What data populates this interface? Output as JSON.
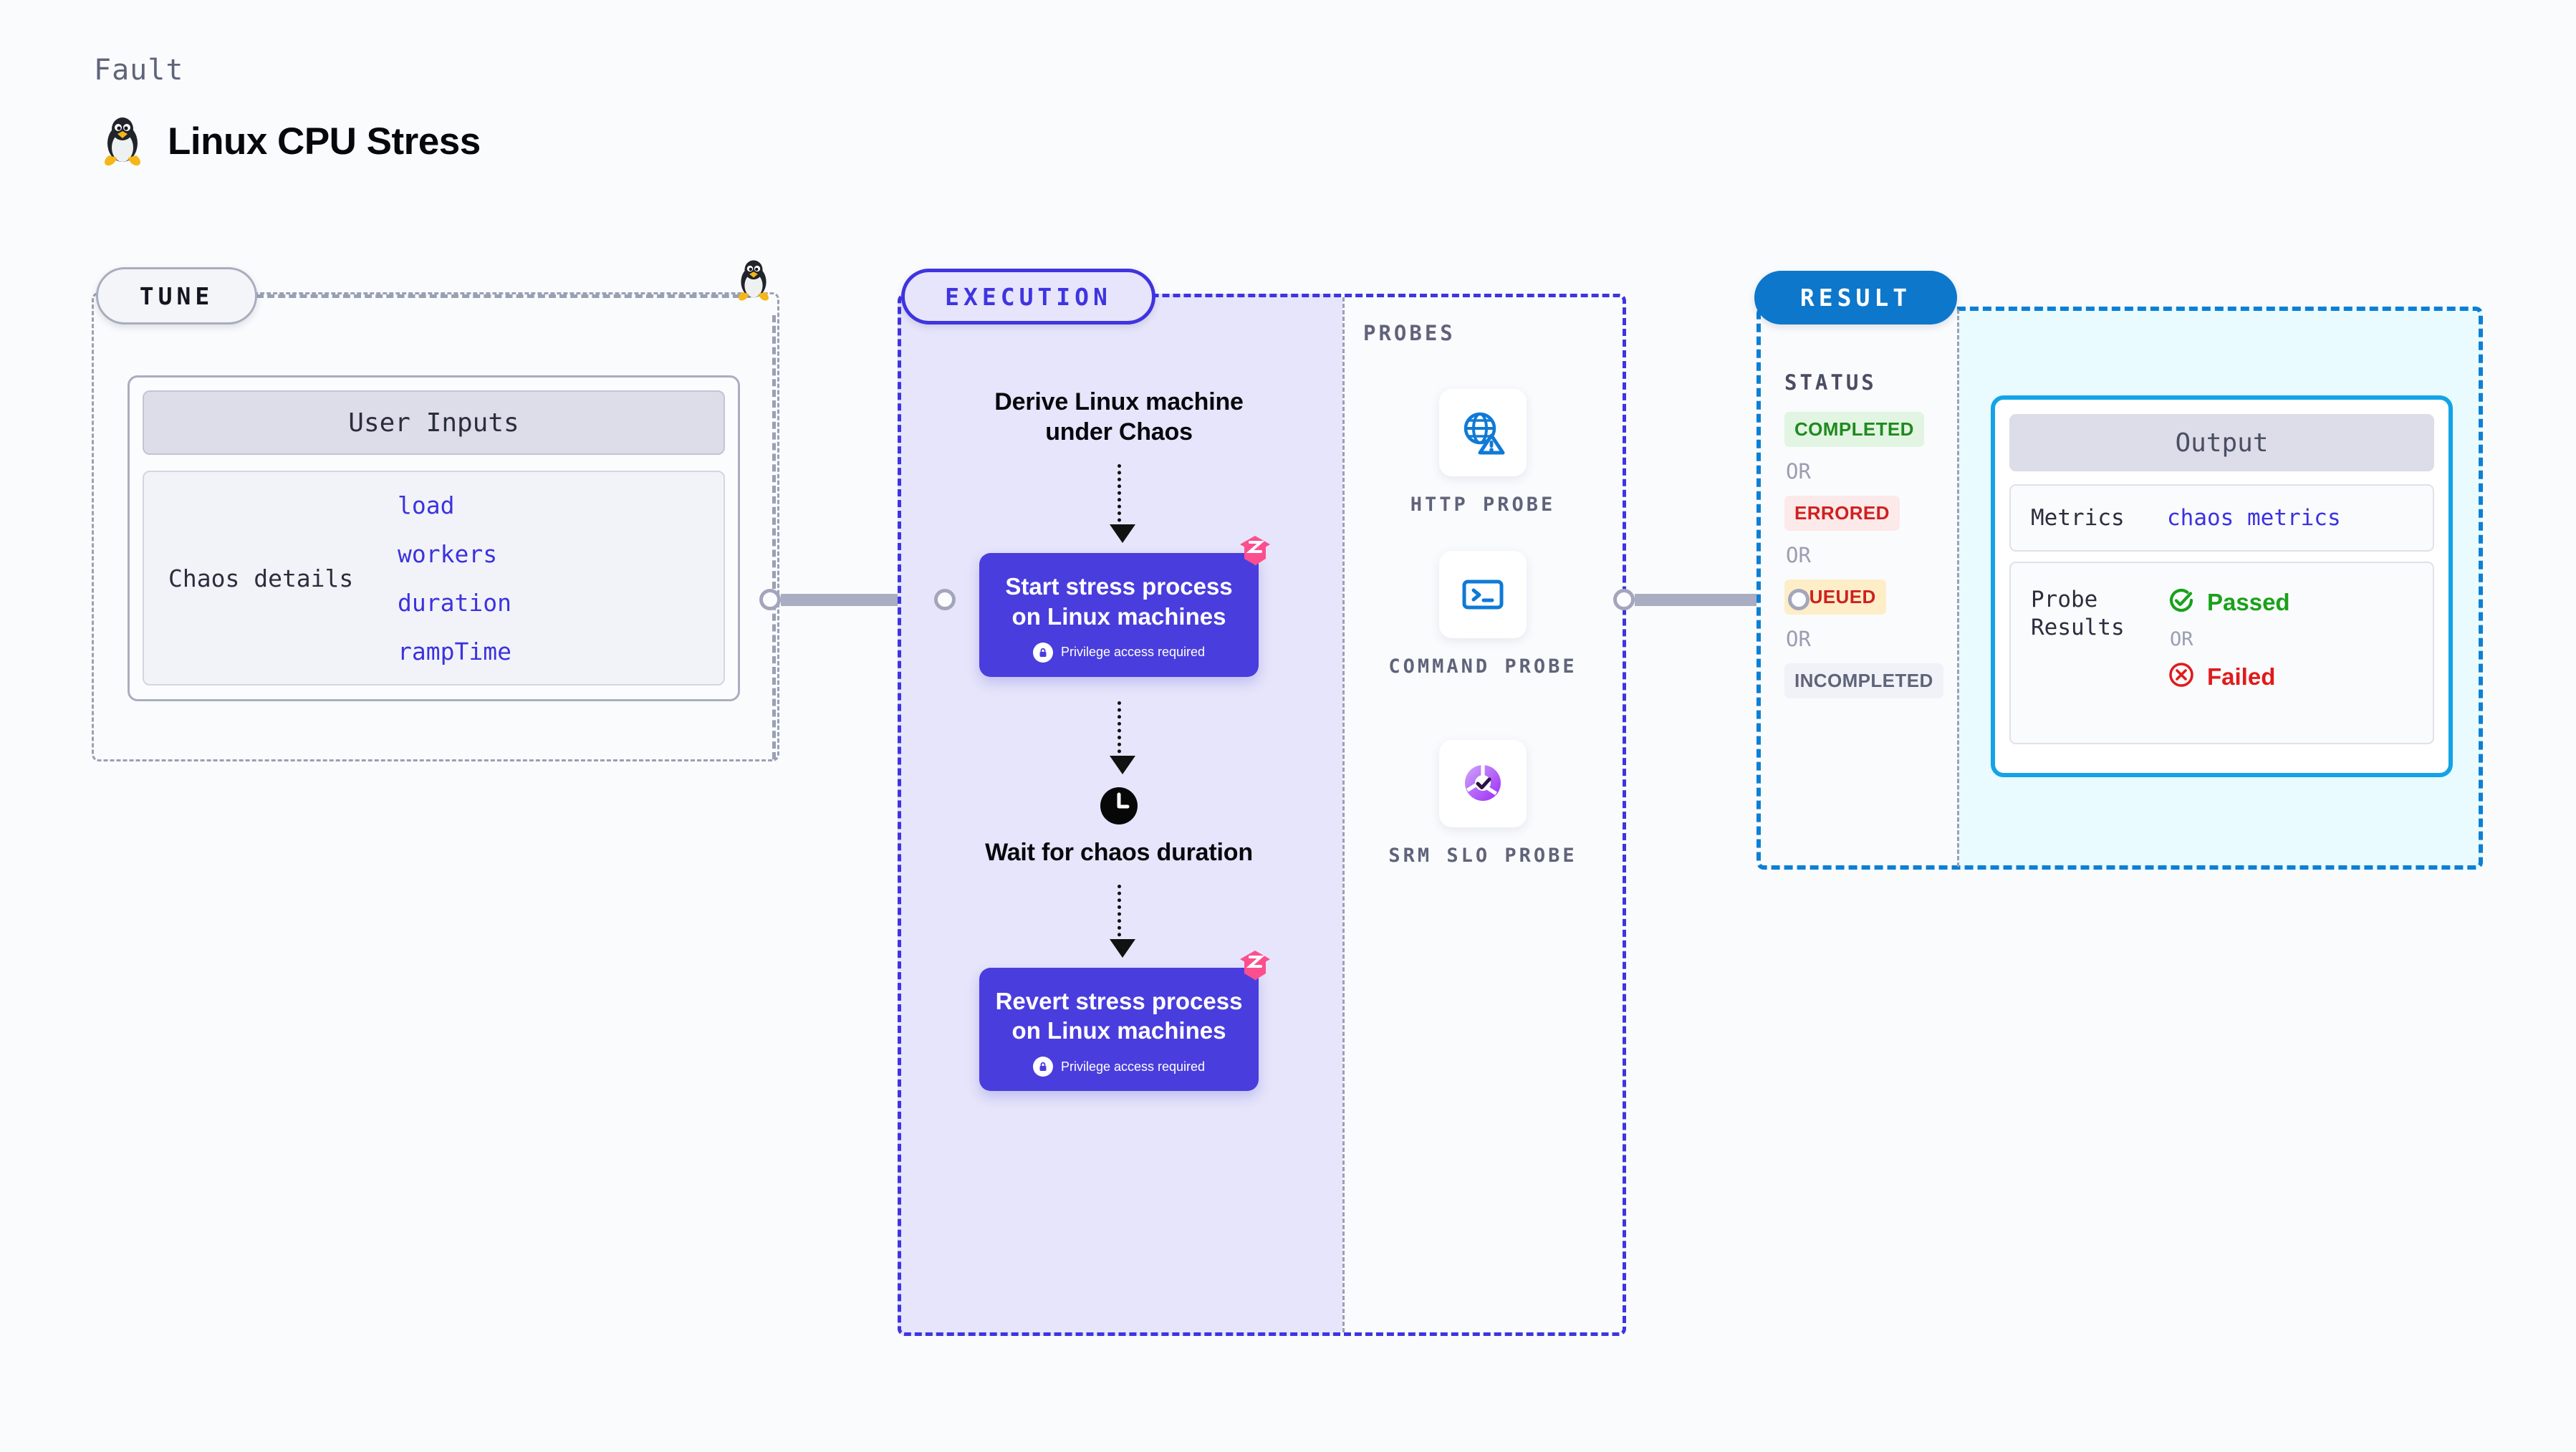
{
  "header": {
    "kicker": "Fault",
    "title": "Linux CPU Stress",
    "icon": "linux-penguin-icon"
  },
  "tune": {
    "pill_label": "TUNE",
    "side_icon": "linux-penguin-icon",
    "card": {
      "header": "User Inputs",
      "row_label": "Chaos details",
      "values": [
        "load",
        "workers",
        "duration",
        "rampTime"
      ]
    }
  },
  "execution": {
    "pill_label": "EXECUTION",
    "steps": [
      {
        "kind": "text",
        "title": "Derive Linux machine under Chaos"
      },
      {
        "kind": "card",
        "title": "Start stress process on Linux machines",
        "note": "Privilege access required",
        "note_icon": "lock-icon",
        "badge_icon": "harness-logo-icon"
      },
      {
        "kind": "clock",
        "icon": "clock-icon",
        "title": "Wait for chaos duration"
      },
      {
        "kind": "card",
        "title": "Revert stress process on Linux machines",
        "note": "Privilege access required",
        "note_icon": "lock-icon",
        "badge_icon": "harness-logo-icon"
      }
    ]
  },
  "probes": {
    "section_label": "PROBES",
    "items": [
      {
        "label": "HTTP PROBE",
        "icon": "globe-warning-icon"
      },
      {
        "label": "COMMAND PROBE",
        "icon": "terminal-icon"
      },
      {
        "label": "SRM SLO PROBE",
        "icon": "slo-donut-check-icon"
      }
    ]
  },
  "result": {
    "pill_label": "RESULT",
    "status_label": "STATUS",
    "or_label": "OR",
    "statuses": [
      {
        "text": "COMPLETED",
        "bg": "#e2f5e2",
        "fg": "#1f8a1f"
      },
      {
        "text": "ERRORED",
        "bg": "#fce9e9",
        "fg": "#cf2020"
      },
      {
        "text": "QUEUED",
        "bg": "#fdeec8",
        "fg": "#cf2020"
      },
      {
        "text": "INCOMPLETED",
        "bg": "#f1f2f7",
        "fg": "#60647a"
      }
    ],
    "output": {
      "header": "Output",
      "metrics_key": "Metrics",
      "metrics_value": "chaos metrics",
      "probe_results_key": "Probe Results",
      "or_label": "OR",
      "passed": {
        "text": "Passed",
        "color": "#1aa11a",
        "icon": "check-circle-icon"
      },
      "failed": {
        "text": "Failed",
        "color": "#e01b1b",
        "icon": "x-circle-icon"
      }
    }
  },
  "colors": {
    "page_bg": "#fafbfd",
    "tune_border": "#9aa0b4",
    "execution": "#3f34e0",
    "execution_fill": "#e6e5fb",
    "step_card": "#4a3ddd",
    "result": "#0d77cc",
    "output_border": "#13a3e6",
    "output_fill": "#e9fbfe",
    "harness_pink": "#fb4f8e",
    "link": "#3c32e0"
  }
}
